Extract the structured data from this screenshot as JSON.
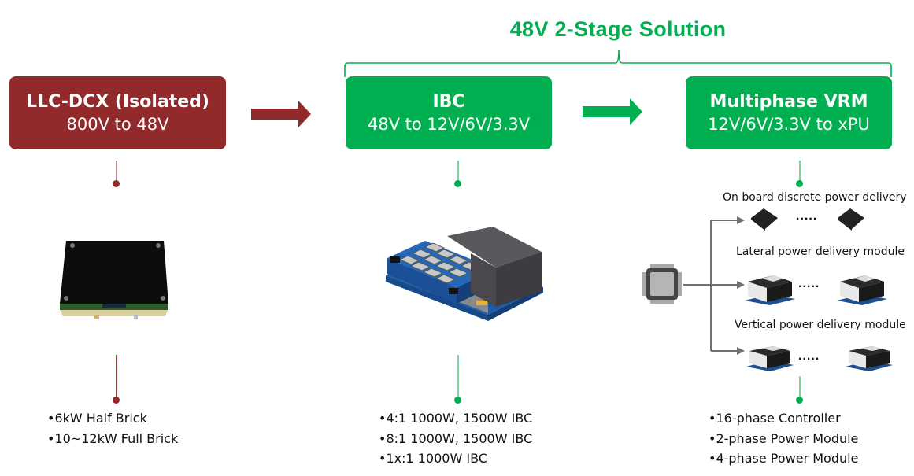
{
  "title": "48V 2-Stage Solution",
  "colors": {
    "isolated_stage": "#922a2c",
    "two_stage": "#00b050",
    "connector_red": "#c9898b",
    "connector_green": "#7fd3a0",
    "distribution_arrow": "#707070"
  },
  "stages": [
    {
      "name": "LLC-DCX (Isolated)",
      "range": "800V to 48V",
      "product_image": "half-brick-converter",
      "features": [
        "•6kW Half Brick",
        "•10~12kW Full Brick"
      ]
    },
    {
      "name": "IBC",
      "range": "48V to 12V/6V/3.3V",
      "product_image": "ibc-module",
      "features": [
        "•4:1 1000W, 1500W IBC",
        "•8:1 1000W, 1500W IBC",
        "•1x:1 1000W IBC"
      ]
    },
    {
      "name": "Multiphase VRM",
      "range": "12V/6V/3.3V to xPU",
      "product_image": "power-delivery-options",
      "features": [
        "•16-phase Controller",
        "•2-phase Power Module",
        "•4-phase Power Module"
      ]
    }
  ],
  "power_delivery": {
    "source_icon": "cpu-chip-icon",
    "ellipsis": ".....",
    "options": [
      {
        "label": "On board discrete power delivery",
        "component": "discrete-chip"
      },
      {
        "label": "Lateral power delivery module",
        "component": "power-module"
      },
      {
        "label": "Vertical power delivery module",
        "component": "power-module"
      }
    ]
  }
}
